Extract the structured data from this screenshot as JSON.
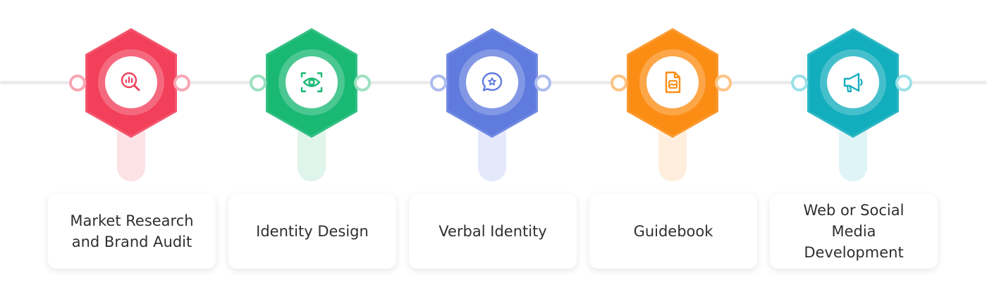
{
  "timeline": {
    "steps": [
      {
        "label": "Market Research\nand Brand Audit",
        "icon": "magnifier-chart-icon",
        "color": "#f23f5a",
        "stem_color": "#fde2e5",
        "connector_color": "#f8a7b3"
      },
      {
        "label": "Identity Design",
        "icon": "eye-scan-icon",
        "color": "#19b873",
        "stem_color": "#dff4ea",
        "connector_color": "#9ee0c1"
      },
      {
        "label": "Verbal Identity",
        "icon": "chat-bubble-star-icon",
        "color": "#5f7bde",
        "stem_color": "#e3e8fb",
        "connector_color": "#aebcf0"
      },
      {
        "label": "Guidebook",
        "icon": "document-image-icon",
        "color": "#fb8d15",
        "stem_color": "#ffeedc",
        "connector_color": "#fdc384"
      },
      {
        "label": "Web or Social Media\nDevelopment",
        "icon": "megaphone-icon",
        "color": "#13aebe",
        "stem_color": "#dff4f6",
        "connector_color": "#9be1e8"
      }
    ]
  }
}
